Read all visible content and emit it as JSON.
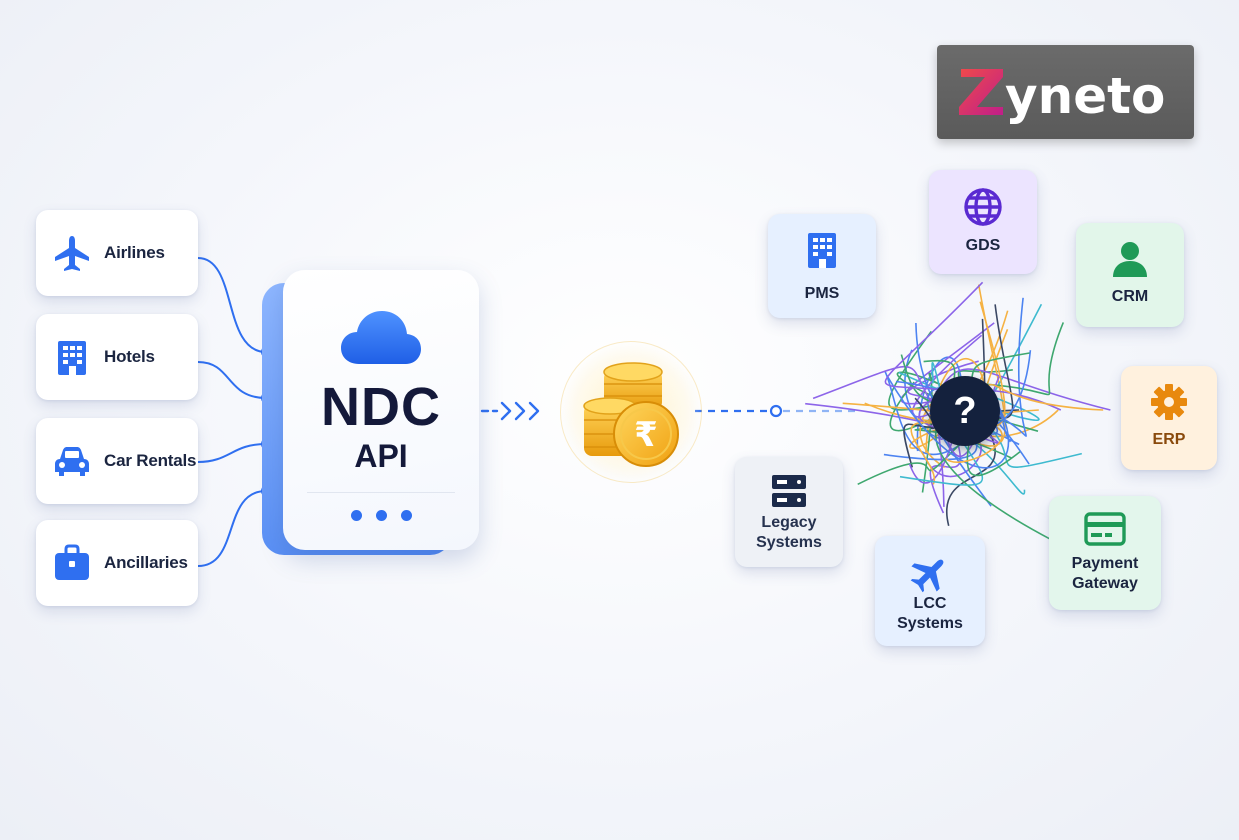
{
  "logo": {
    "brand": "zyneto",
    "accent": "#e8323a"
  },
  "sources": [
    {
      "label": "Airlines",
      "icon": "airplane-icon"
    },
    {
      "label": "Hotels",
      "icon": "hotel-building-icon"
    },
    {
      "label": "Car Rentals",
      "icon": "car-icon"
    },
    {
      "label": "Ancillaries",
      "icon": "briefcase-icon"
    }
  ],
  "hub": {
    "title": "NDC",
    "subtitle": "API",
    "icon": "cloud-icon"
  },
  "currency": {
    "symbol": "₹",
    "icon": "rupee-coin-stack-icon"
  },
  "targets": [
    {
      "label": "PMS",
      "icon": "building-icon"
    },
    {
      "label": "GDS",
      "icon": "globe-icon"
    },
    {
      "label": "CRM",
      "icon": "person-icon"
    },
    {
      "label": "ERP",
      "icon": "gear-icon"
    },
    {
      "label": "Payment Gateway",
      "icon": "card-icon"
    },
    {
      "label": "LCC Systems",
      "icon": "airplane-icon"
    },
    {
      "label": "Legacy Systems",
      "icon": "server-icon"
    }
  ],
  "center": {
    "symbol": "?"
  },
  "colors": {
    "primary_blue": "#2f6ff0",
    "hub_dark": "#14213d",
    "coin_gold": "#f5b21e",
    "pms_bg": "#e6f0ff",
    "gds_bg": "#ece4ff",
    "crm_bg": "#e2f6ea",
    "erp_bg": "#fff1de",
    "payment_bg": "#e3f6ec",
    "lcc_bg": "#e6f0ff",
    "legacy_bg": "#eef1f6"
  }
}
